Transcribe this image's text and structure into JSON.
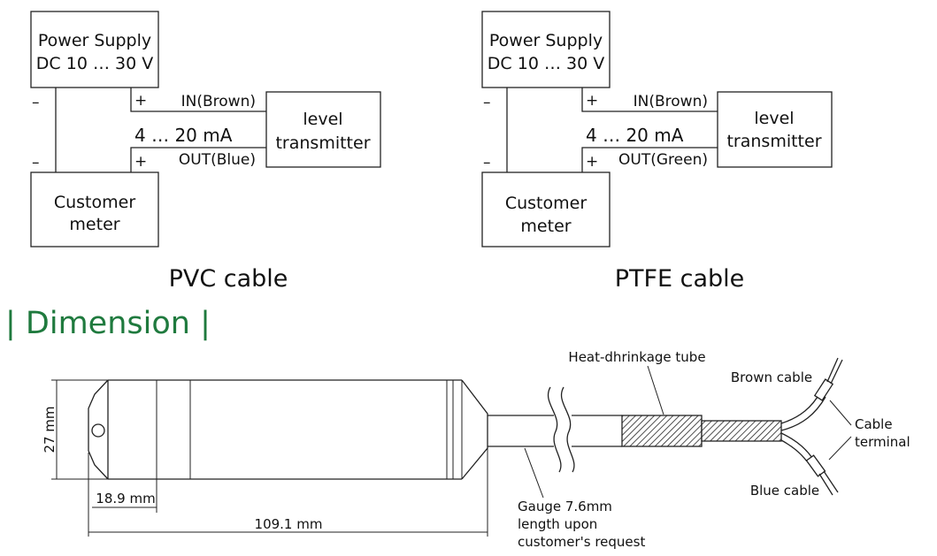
{
  "pvc": {
    "power_supply": [
      "Power Supply",
      "DC 10 … 30 V"
    ],
    "minus_top": "–",
    "minus_bottom": "–",
    "plus_top": "+",
    "plus_bottom": "+",
    "in_label": "IN(Brown)",
    "current_label": "4 … 20 mA",
    "out_label": "OUT(Blue)",
    "transmitter": [
      "level",
      "transmitter"
    ],
    "meter": [
      "Customer",
      "meter"
    ],
    "caption": "PVC cable"
  },
  "ptfe": {
    "power_supply": [
      "Power Supply",
      "DC 10 … 30 V"
    ],
    "minus_top": "–",
    "minus_bottom": "–",
    "plus_top": "+",
    "plus_bottom": "+",
    "in_label": "IN(Brown)",
    "current_label": "4 … 20 mA",
    "out_label": "OUT(Green)",
    "transmitter": [
      "level",
      "transmitter"
    ],
    "meter": [
      "Customer",
      "meter"
    ],
    "caption": "PTFE cable"
  },
  "section_title": "| Dimension |",
  "dimension": {
    "diameter": "27 mm",
    "tip_length": "18.9 mm",
    "body_length": "109.1 mm",
    "heat_shrink": "Heat-dhrinkage tube",
    "brown_cable": "Brown cable",
    "blue_cable": "Blue cable",
    "cable_terminal": [
      "Cable",
      "terminal"
    ],
    "gauge_note": [
      "Gauge 7.6mm",
      "length upon",
      "customer's request"
    ]
  }
}
